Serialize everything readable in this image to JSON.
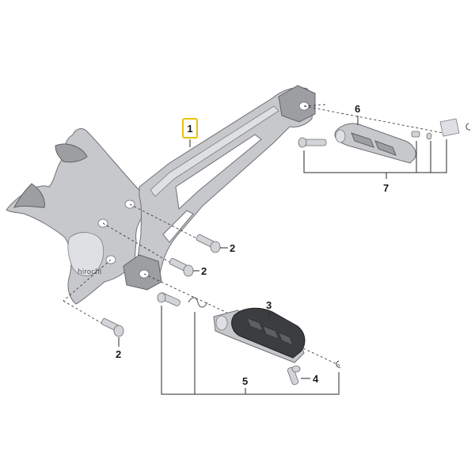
{
  "diagram": {
    "callouts": [
      {
        "id": "1",
        "label": "1",
        "highlighted": true
      },
      {
        "id": "2a",
        "label": "2"
      },
      {
        "id": "2b",
        "label": "2"
      },
      {
        "id": "2c",
        "label": "2"
      },
      {
        "id": "3",
        "label": "3"
      },
      {
        "id": "4",
        "label": "4"
      },
      {
        "id": "5",
        "label": "5"
      },
      {
        "id": "6",
        "label": "6"
      },
      {
        "id": "7",
        "label": "7"
      }
    ],
    "watermark": "hirochi",
    "colors": {
      "highlight": "#e8c200",
      "metal": "#c6c8cc",
      "rubber": "#3b3d40"
    }
  }
}
